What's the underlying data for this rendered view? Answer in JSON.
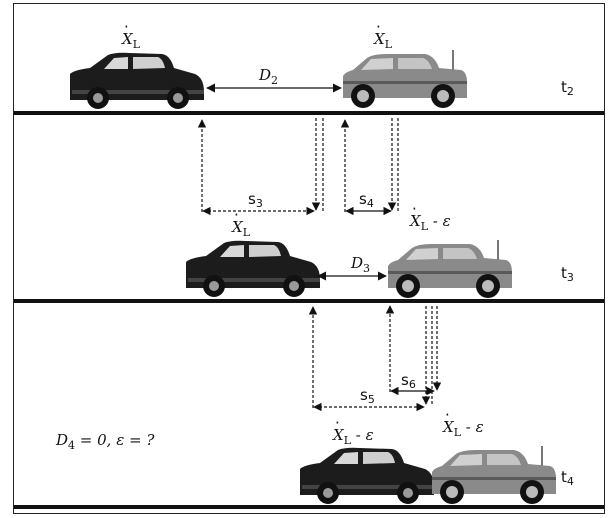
{
  "symbols": {
    "velocity": "X",
    "velocity_sub": "L",
    "minus_eps": " - ε",
    "D_letter": "D",
    "s_letter": "s",
    "t_letter": "t"
  },
  "row1": {
    "car_a_label": "Ẋ_L",
    "car_b_label": "Ẋ_L",
    "gap_sub": "2",
    "time_sub": "2"
  },
  "row2": {
    "gap_left_sub": "3",
    "gap_right_sub": "4"
  },
  "row3": {
    "car_a_label": "Ẋ_L",
    "car_b_label": "Ẋ_L - ε",
    "gap_sub": "3",
    "time_sub": "3"
  },
  "row4": {
    "gap_left_sub": "5",
    "gap_right_sub": "6"
  },
  "row5": {
    "equation_D": "D",
    "equation_sub": "4",
    "equation_rest": " = 0, ε = ?",
    "car_a_label": "Ẋ_L - ε",
    "car_b_label": "Ẋ_L - ε",
    "time_sub": "4"
  },
  "colors": {
    "road": "#111111",
    "dark_car": "#1c1c1c",
    "light_car": "#8a8a8a",
    "arrow": "#111111"
  }
}
